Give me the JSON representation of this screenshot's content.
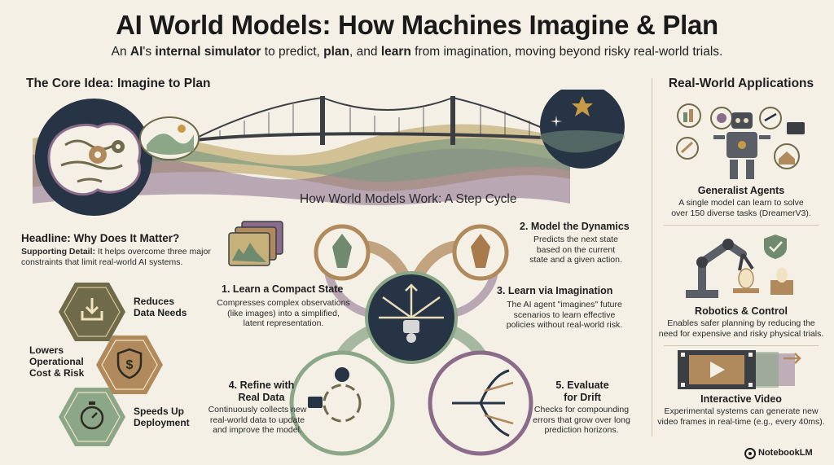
{
  "header": {
    "title": "AI World Models: How Machines Imagine & Plan",
    "subtitle_parts": [
      "An ",
      "AI",
      "'s ",
      "internal simulator",
      " to predict, ",
      "plan",
      ", and ",
      "learn",
      " from imagination, moving beyond risky real-world trials."
    ]
  },
  "core": {
    "heading": "The Core Idea: Imagine to Plan"
  },
  "why": {
    "headline": "Headline: Why Does It Matter?",
    "detail_label": "Supporting Detail:",
    "detail_text": " It helps overcome three major constraints that limit real-world AI systems.",
    "benefits": [
      {
        "label_1": "Reduces",
        "label_2": "Data Needs",
        "icon": "download-tray-icon",
        "color": "#6f6a4a"
      },
      {
        "label_1": "Lowers",
        "label_2": "Operational",
        "label_3": "Cost & Risk",
        "icon": "dollar-shield-icon",
        "color": "#a9865a"
      },
      {
        "label_1": "Speeds Up",
        "label_2": "Deployment",
        "icon": "stopwatch-icon",
        "color": "#8ba37e"
      }
    ]
  },
  "cycle": {
    "heading": "How World Models Work: A Step Cycle",
    "steps": [
      {
        "title": "1. Learn a Compact State",
        "lines": [
          "Compresses complex observations",
          "(like images) into a simplified,",
          "latent representation."
        ]
      },
      {
        "title": "2. Model the Dynamics",
        "lines": [
          "Predicts the next state",
          "based on the current",
          "state and a given action."
        ]
      },
      {
        "title": "3. Learn via Imagination",
        "lines": [
          "The AI agent \"imagines\" future",
          "scenarios to learn effective",
          "policies without real-world risk."
        ]
      },
      {
        "title_1": "4. Refine with",
        "title_2": "Real Data",
        "lines": [
          "Continuously collects new",
          "real-world data to update",
          "and improve the model."
        ]
      },
      {
        "title_1": "5. Evaluate",
        "title_2": "for Drift",
        "lines": [
          "Checks for compounding",
          "errors that grow over long",
          "prediction horizons."
        ]
      }
    ]
  },
  "applications": {
    "heading": "Real-World Applications",
    "items": [
      {
        "title": "Generalist Agents",
        "lines": [
          "A single model can learn to solve",
          "over 150 diverse tasks (DreamerV3)."
        ]
      },
      {
        "title": "Robotics & Control",
        "lines": [
          "Enables safer planning by reducing the",
          "need for expensive and risky physical trials."
        ]
      },
      {
        "title": "Interactive Video",
        "lines": [
          "Experimental systems can generate new",
          "video frames in real-time (e.g., every 40ms)."
        ]
      }
    ]
  },
  "footer": {
    "brand": "NotebookLM"
  },
  "colors": {
    "background": "#f4f0e6",
    "olive": "#6f6a4a",
    "tan": "#b08a5c",
    "sage": "#8ca788",
    "plum": "#8a6c8a",
    "navy": "#263445"
  }
}
